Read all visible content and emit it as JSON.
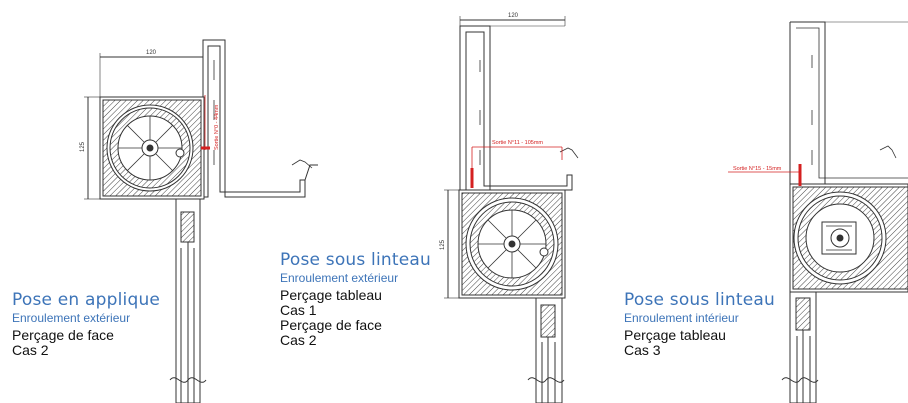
{
  "diagrams": [
    {
      "title": "Pose en applique",
      "subtitle": "Enroulement extérieur",
      "lines": [
        "Perçage de face",
        "Cas 2"
      ],
      "dim_width": "120",
      "dim_height": "125",
      "sortie_label": "Sortie N°0 - 44mm"
    },
    {
      "title": "Pose sous linteau",
      "subtitle": "Enroulement extérieur",
      "lines": [
        "Perçage tableau",
        "Cas 1",
        "Perçage de face",
        "Cas 2"
      ],
      "dim_width": "120",
      "dim_height": "125",
      "sortie_label": "Sortie N°11 - 105mm"
    },
    {
      "title": "Pose sous linteau",
      "subtitle": "Enroulement intérieur",
      "lines": [
        "Perçage tableau",
        "Cas 3"
      ],
      "sortie_label": "Sortie N°15 - 15mm"
    }
  ],
  "colors": {
    "accent_blue": "#3d74b8",
    "marker_red": "#d42020",
    "line": "#333333"
  }
}
